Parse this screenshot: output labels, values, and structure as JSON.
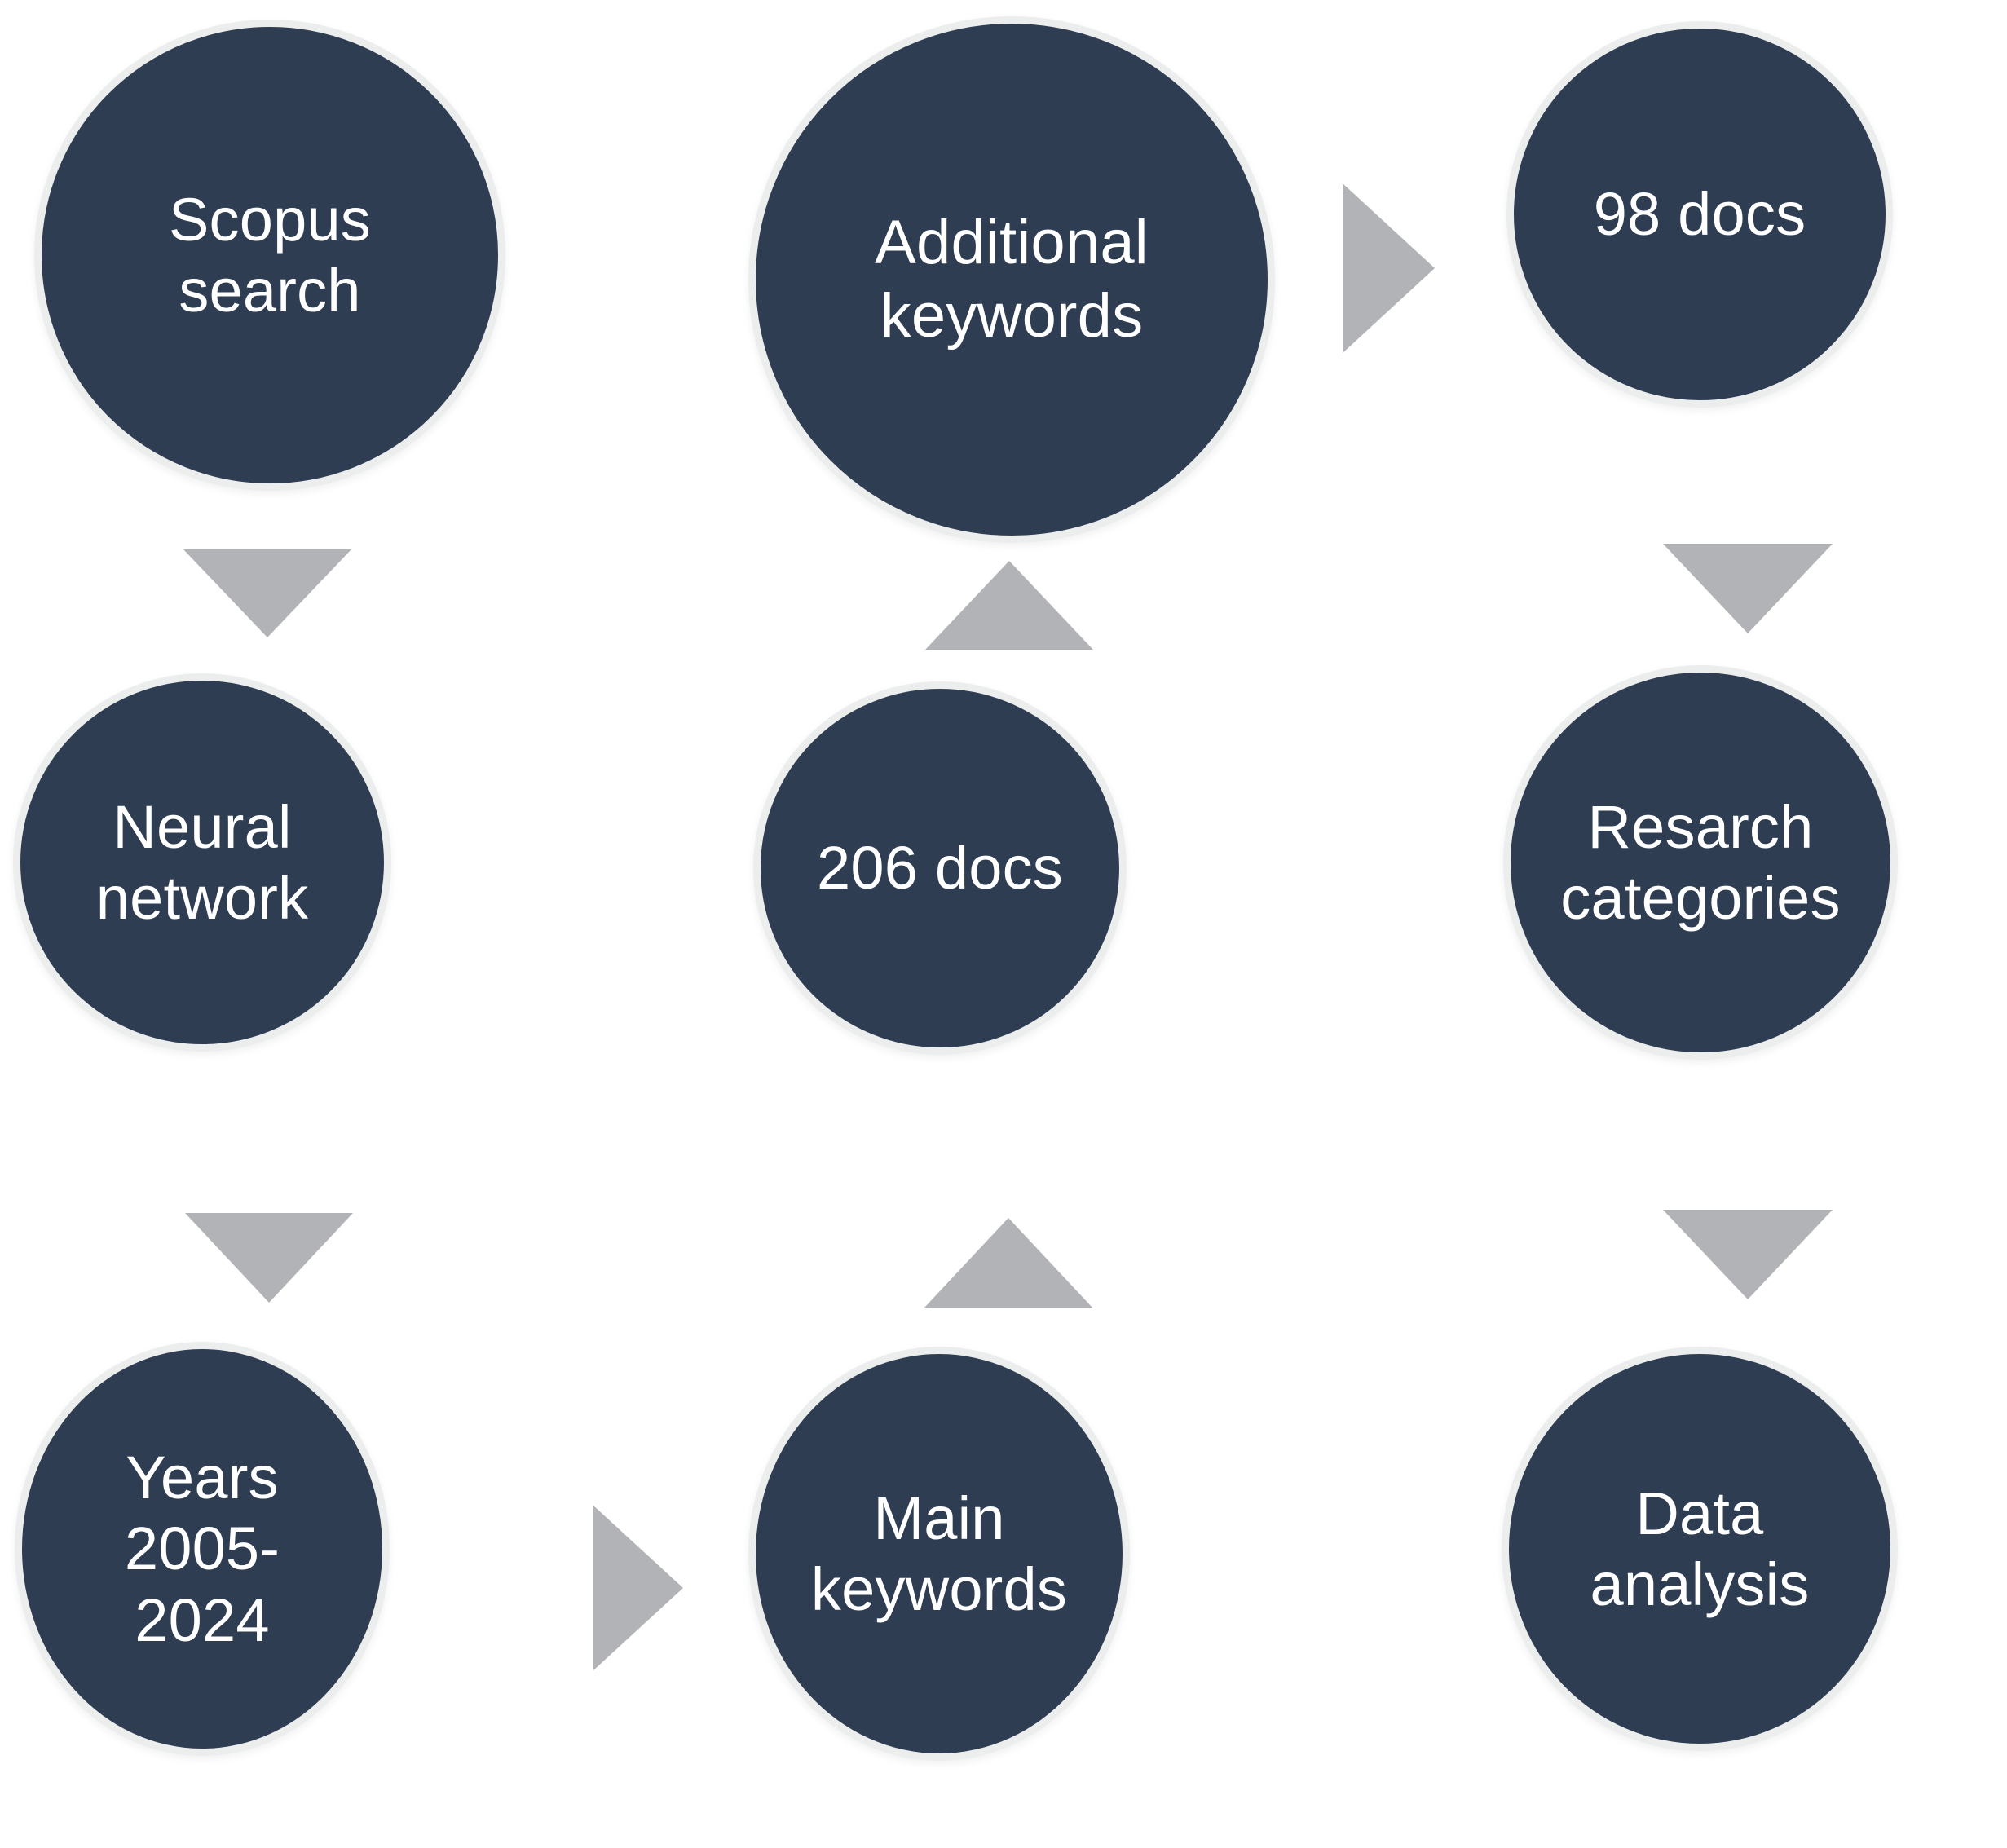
{
  "diagram": {
    "type": "flowchart",
    "title": "",
    "colors": {
      "node_fill": "#2e3d52",
      "node_ring": "#eceded",
      "node_text": "#ffffff",
      "arrow": "#b1b3b6",
      "background": "#ffffff"
    },
    "nodes": [
      {
        "id": "scopus-search",
        "label": "Scopus\nsearch",
        "row": 1,
        "col": 1
      },
      {
        "id": "additional-keywords",
        "label": "Additional\nkeywords",
        "row": 1,
        "col": 2
      },
      {
        "id": "98-docs",
        "label": "98 docs",
        "row": 1,
        "col": 3
      },
      {
        "id": "neural-network",
        "label": "Neural\nnetwork",
        "row": 2,
        "col": 1
      },
      {
        "id": "206-docs",
        "label": "206 docs",
        "row": 2,
        "col": 2
      },
      {
        "id": "resarch-categories",
        "label": "Resarch\ncategories",
        "row": 2,
        "col": 3
      },
      {
        "id": "years-range",
        "label": "Years\n2005-2024",
        "row": 3,
        "col": 1
      },
      {
        "id": "main-keywords",
        "label": "Main\nkeywords",
        "row": 3,
        "col": 2
      },
      {
        "id": "data-analysis",
        "label": "Data\nanalysis",
        "row": 3,
        "col": 3
      }
    ],
    "arrows": [
      {
        "id": "scopus-to-neural",
        "direction": "down",
        "from": "scopus-search",
        "to": "neural-network"
      },
      {
        "id": "neural-to-years",
        "direction": "down",
        "from": "neural-network",
        "to": "years-range"
      },
      {
        "id": "years-to-main-keywords",
        "direction": "right",
        "from": "years-range",
        "to": "main-keywords"
      },
      {
        "id": "main-keywords-to-206-docs",
        "direction": "up",
        "from": "main-keywords",
        "to": "206-docs"
      },
      {
        "id": "206-docs-to-additional",
        "direction": "up",
        "from": "206-docs",
        "to": "additional-keywords"
      },
      {
        "id": "additional-to-98-docs",
        "direction": "right",
        "from": "additional-keywords",
        "to": "98-docs"
      },
      {
        "id": "98-docs-to-resarch",
        "direction": "down",
        "from": "98-docs",
        "to": "resarch-categories"
      },
      {
        "id": "resarch-to-data-analysis",
        "direction": "down",
        "from": "resarch-categories",
        "to": "data-analysis"
      }
    ]
  }
}
